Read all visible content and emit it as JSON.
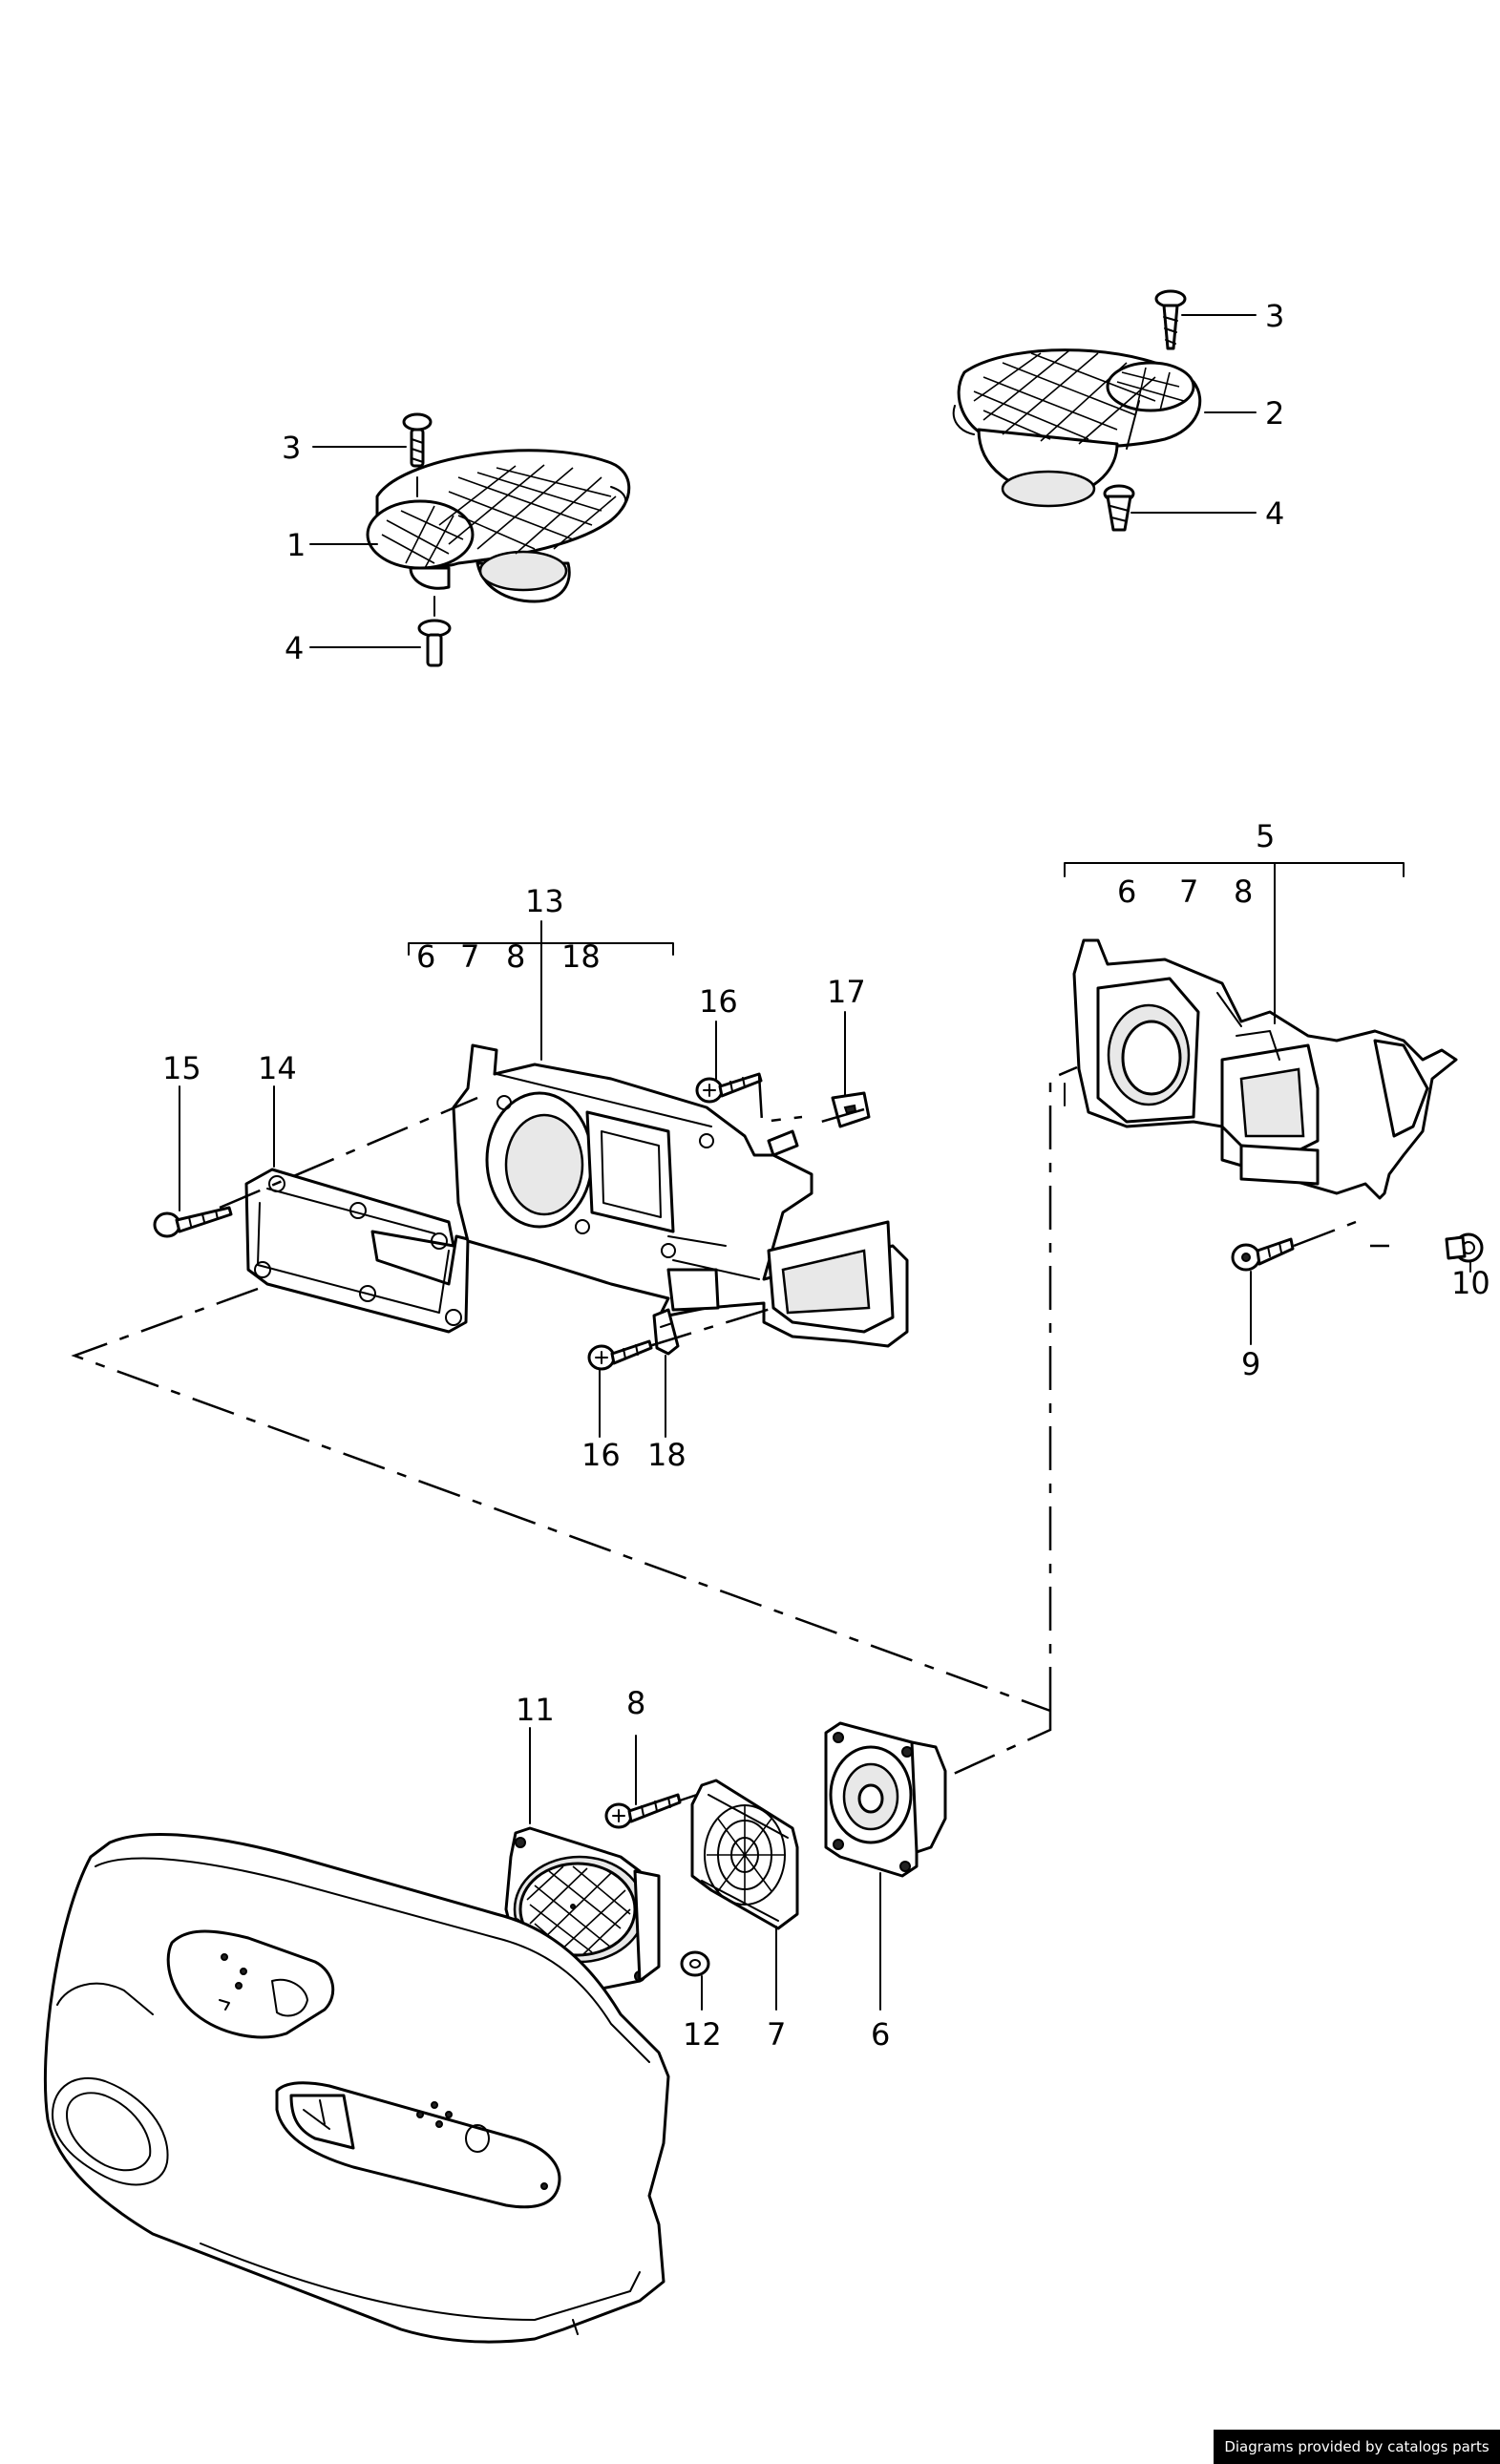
{
  "callouts": {
    "c1": "1",
    "c2": "2",
    "c3a": "3",
    "c3b": "3",
    "c4a": "4",
    "c4b": "4",
    "c5": "5",
    "c5_6": "6",
    "c5_7": "7",
    "c5_8": "8",
    "c13": "13",
    "c13_6": "6",
    "c13_7": "7",
    "c13_8": "8",
    "c13_18": "18",
    "c14": "14",
    "c15": "15",
    "c16a": "16",
    "c16b": "16",
    "c17": "17",
    "c18": "18",
    "c9": "9",
    "c10": "10",
    "c11": "11",
    "c8": "8",
    "c12": "12",
    "c7": "7",
    "c6": "6"
  },
  "credit": "Diagrams provided by catalogs parts"
}
